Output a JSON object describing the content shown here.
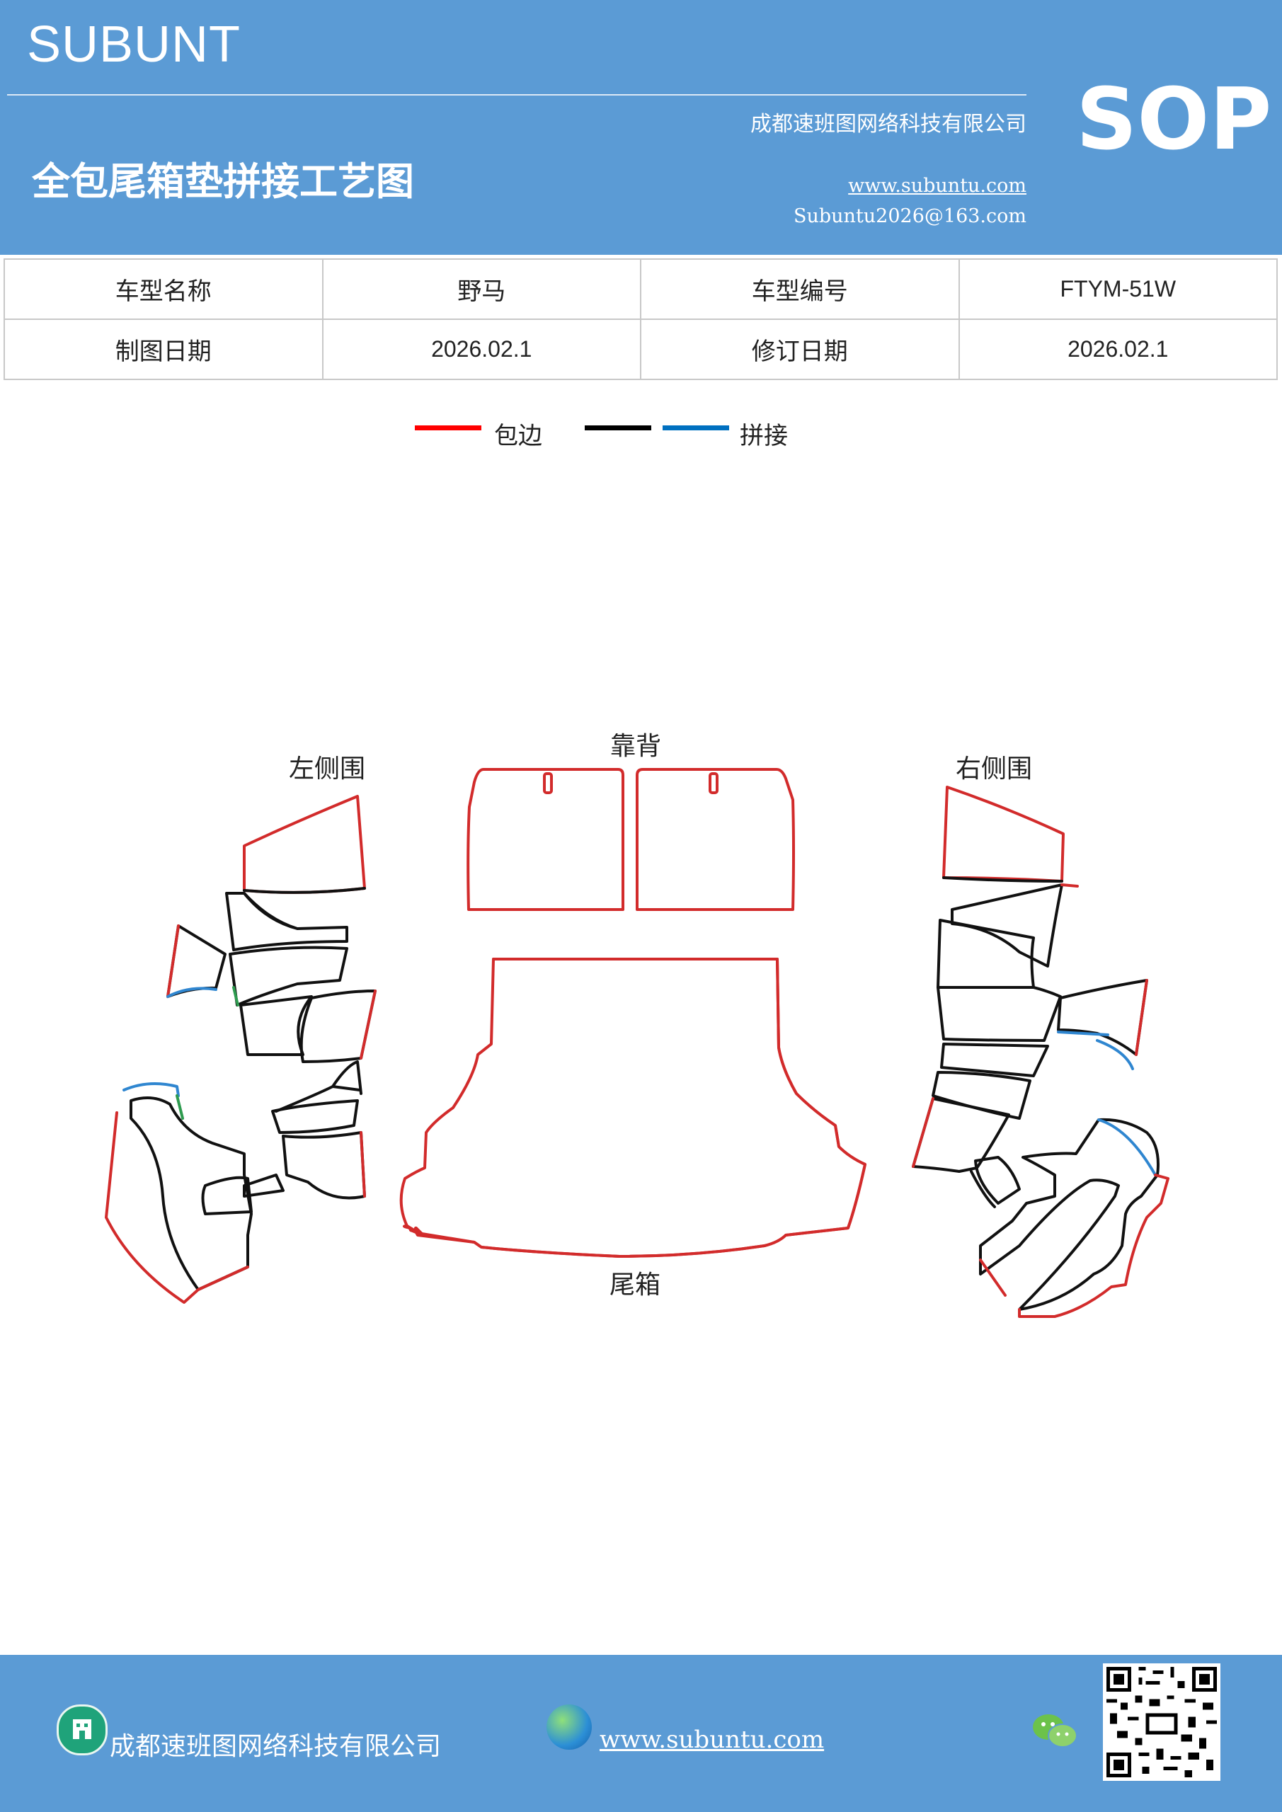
{
  "header": {
    "brand": "SUBUNT",
    "badge": "SOP",
    "company": "成都速班图网络科技有限公司",
    "title": "全包尾箱垫拼接工艺图",
    "website": "www.subuntu.com",
    "email": "Subuntu2026@163.com"
  },
  "info_table": {
    "rows": [
      [
        "车型名称",
        "野马",
        "车型编号",
        "FTYM-51W"
      ],
      [
        "制图日期",
        "2026.02.1",
        "修订日期",
        "2026.02.1"
      ]
    ]
  },
  "legend": {
    "items": [
      {
        "label": "包边",
        "color": "#ff0000"
      },
      {
        "label": "",
        "color": "#000000"
      },
      {
        "label": "拼接",
        "color": "#0070c0"
      }
    ]
  },
  "diagram": {
    "labels": {
      "left_side": "左侧围",
      "backrest": "靠背",
      "right_side": "右侧围",
      "trunk": "尾箱"
    },
    "colors": {
      "edge": "#d22b2b",
      "seam": "#111111",
      "join": "#2f86d0",
      "green": "#2e9b4f"
    }
  },
  "footer": {
    "company": "成都速班图网络科技有限公司",
    "website": "www.subuntu.com "
  },
  "icons": [
    "building-icon",
    "globe-icon",
    "wechat-icon",
    "qr-code"
  ]
}
